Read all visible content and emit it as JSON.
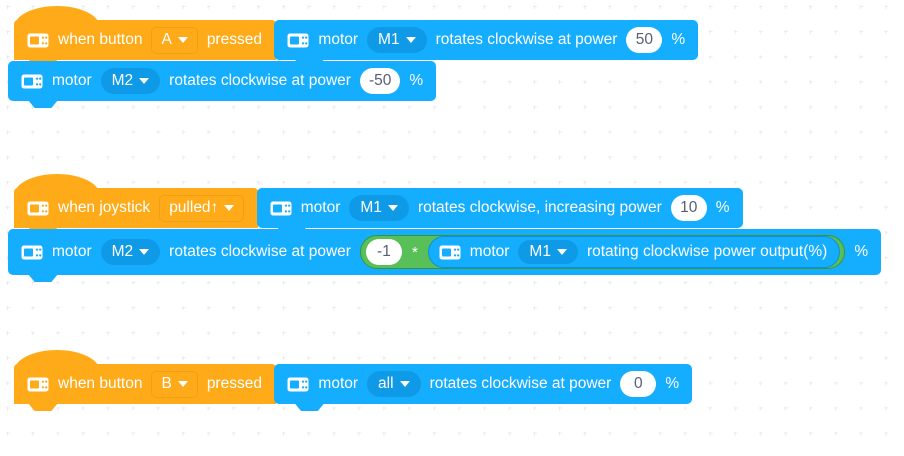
{
  "workspace": {
    "background_color": "#ffffff",
    "grid_color": "#eceaf0"
  },
  "palette": {
    "hat_color": "#ffab19",
    "motor_color": "#15aeff",
    "operator_color": "#59c059",
    "field_text_color": "#575e75"
  },
  "icons": {
    "controller": "controller-icon"
  },
  "scripts": [
    {
      "id": "script-button-a",
      "hat": {
        "icon": "controller-icon",
        "text_before": "when button",
        "dropdown": "A",
        "text_after": "pressed"
      },
      "blocks": [
        {
          "icon": "controller-icon",
          "text_before": "motor",
          "dropdown": "M1",
          "text_middle": "rotates clockwise at power",
          "value": "50",
          "unit": "%"
        },
        {
          "icon": "controller-icon",
          "text_before": "motor",
          "dropdown": "M2",
          "text_middle": "rotates clockwise at power",
          "value": "-50",
          "unit": "%"
        }
      ]
    },
    {
      "id": "script-joystick-pulled-up",
      "hat": {
        "icon": "controller-icon",
        "text_before": "when joystick",
        "dropdown": "pulled↑",
        "text_after": ""
      },
      "blocks": [
        {
          "icon": "controller-icon",
          "text_before": "motor",
          "dropdown": "M1",
          "text_middle": "rotates clockwise, increasing power",
          "value": "10",
          "unit": "%"
        },
        {
          "icon": "controller-icon",
          "text_before": "motor",
          "dropdown": "M2",
          "text_middle": "rotates clockwise at power",
          "unit": "%",
          "operator": {
            "type": "multiply",
            "left_value": "-1",
            "symbol": "*",
            "right_reporter": {
              "icon": "controller-icon",
              "text_before": "motor",
              "dropdown": "M1",
              "text_after": "rotating clockwise power output(%)"
            }
          }
        }
      ]
    },
    {
      "id": "script-button-b",
      "hat": {
        "icon": "controller-icon",
        "text_before": "when button",
        "dropdown": "B",
        "text_after": "pressed"
      },
      "blocks": [
        {
          "icon": "controller-icon",
          "text_before": "motor",
          "dropdown": "all",
          "text_middle": "rotates clockwise at power",
          "value": "0",
          "unit": "%"
        }
      ]
    }
  ]
}
